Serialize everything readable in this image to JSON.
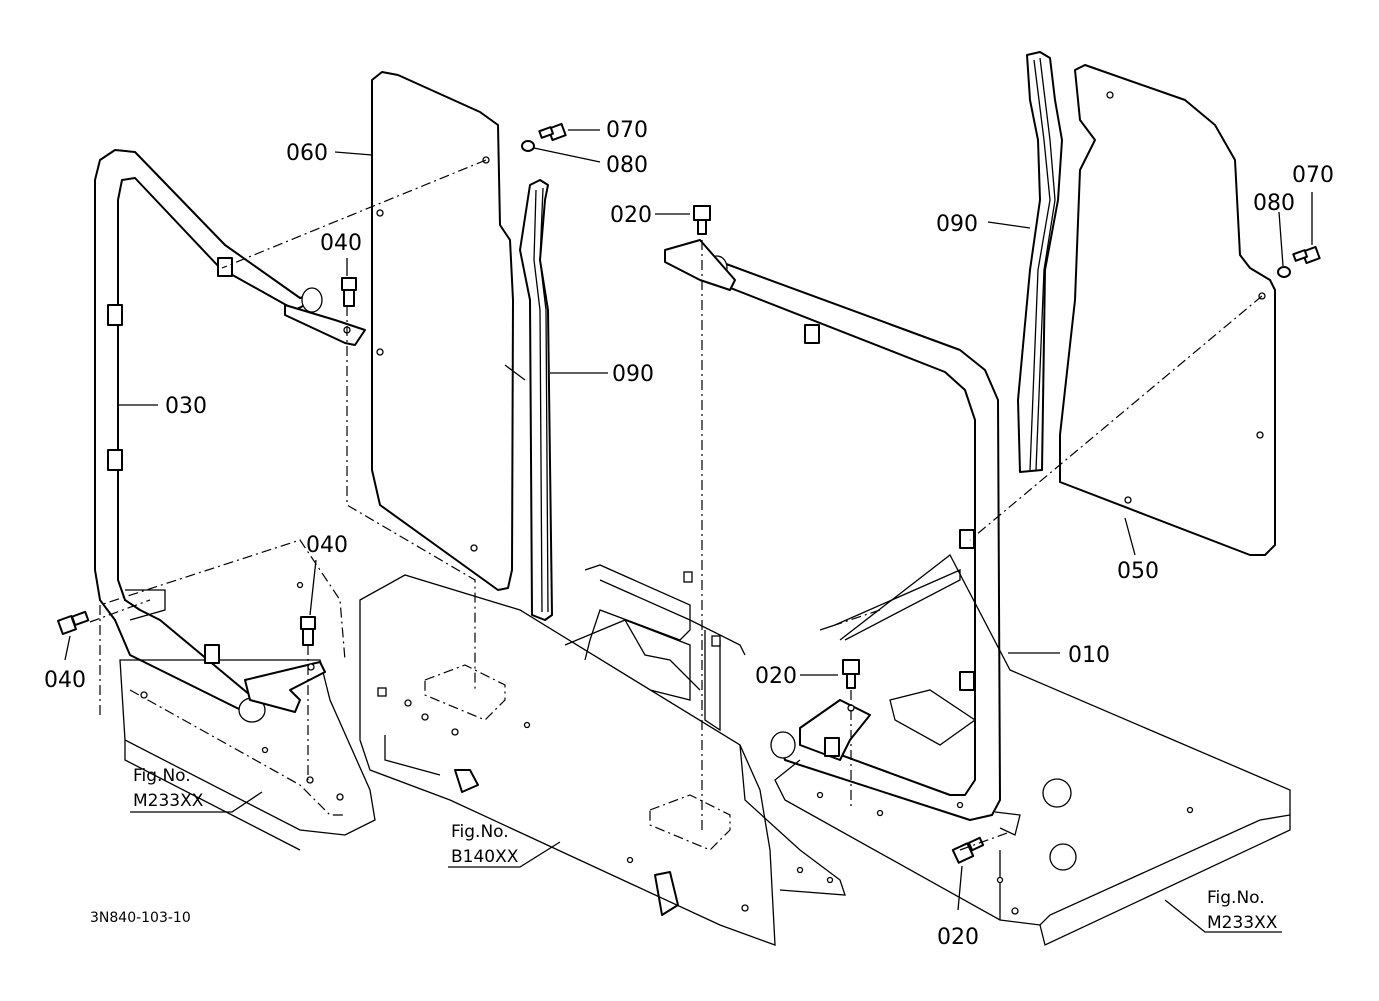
{
  "callouts": {
    "p010": "010",
    "p020a": "020",
    "p020b": "020",
    "p020c": "020",
    "p030": "030",
    "p040a": "040",
    "p040b": "040",
    "p040c": "040",
    "p050": "050",
    "p060": "060",
    "p070a": "070",
    "p070b": "070",
    "p080a": "080",
    "p080b": "080",
    "p090a": "090",
    "p090b": "090"
  },
  "figure_refs": {
    "left": {
      "line1": "Fig.No.",
      "line2": "M233XX"
    },
    "center": {
      "line1": "Fig.No.",
      "line2": "B140XX"
    },
    "right": {
      "line1": "Fig.No.",
      "line2": "M233XX"
    }
  },
  "drawing_code": "3N840-103-10"
}
